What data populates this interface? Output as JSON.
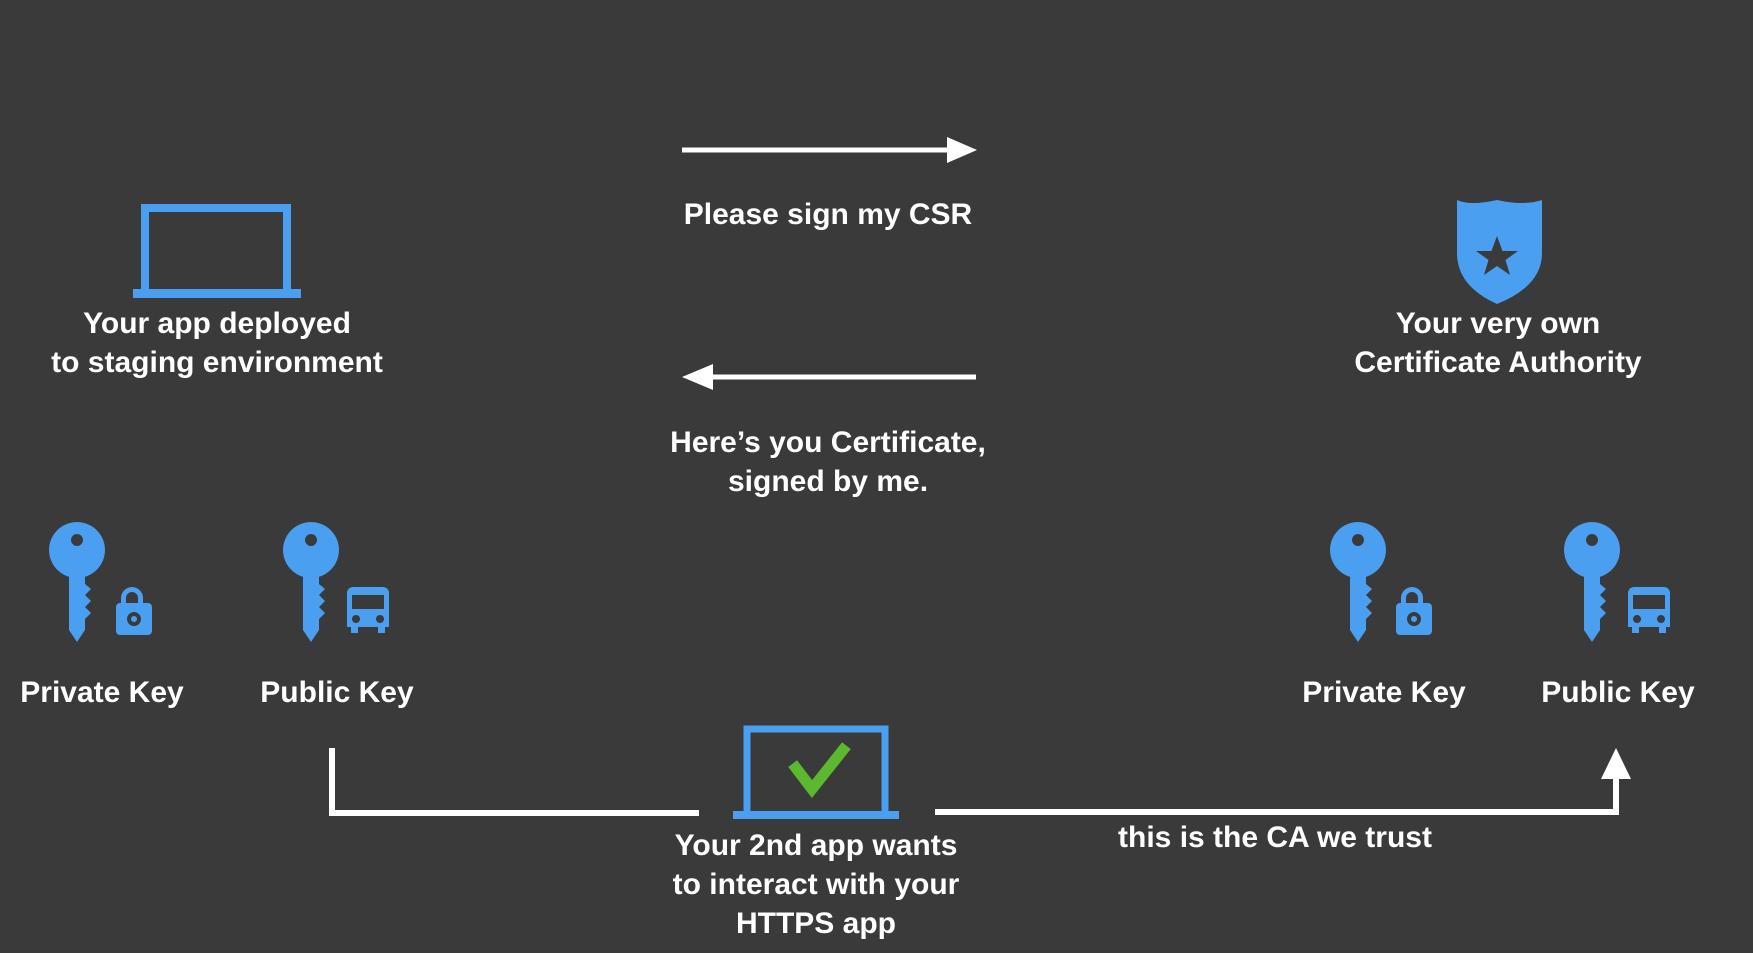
{
  "colors": {
    "background": "#3a3a3a",
    "icon_blue": "#4a9ff0",
    "check_green": "#5cb82e",
    "line_white": "#ffffff"
  },
  "staging_app": {
    "icon": "laptop-icon",
    "line1": "Your app deployed",
    "line2": "to staging environment"
  },
  "ca": {
    "icon": "police-badge-icon",
    "line1": "Your very own",
    "line2": "Certificate Authority"
  },
  "request_arrow": {
    "label": "Please sign my CSR"
  },
  "response_arrow": {
    "line1": "Here’s you Certificate,",
    "line2": "signed by me."
  },
  "staging_keys": {
    "private_key": {
      "icon": "key-with-lock-icon",
      "label": "Private Key"
    },
    "public_key": {
      "icon": "key-with-bus-icon",
      "label": "Public Key"
    }
  },
  "ca_keys": {
    "private_key": {
      "icon": "key-with-lock-icon",
      "label": "Private Key"
    },
    "public_key": {
      "icon": "key-with-bus-icon",
      "label": "Public Key"
    }
  },
  "second_app": {
    "icon": "laptop-checkmark-icon",
    "line1": "Your 2nd app wants",
    "line2": "to interact with your",
    "line3": "HTTPS app"
  },
  "trust_connector": {
    "label": "this is the CA we trust"
  }
}
